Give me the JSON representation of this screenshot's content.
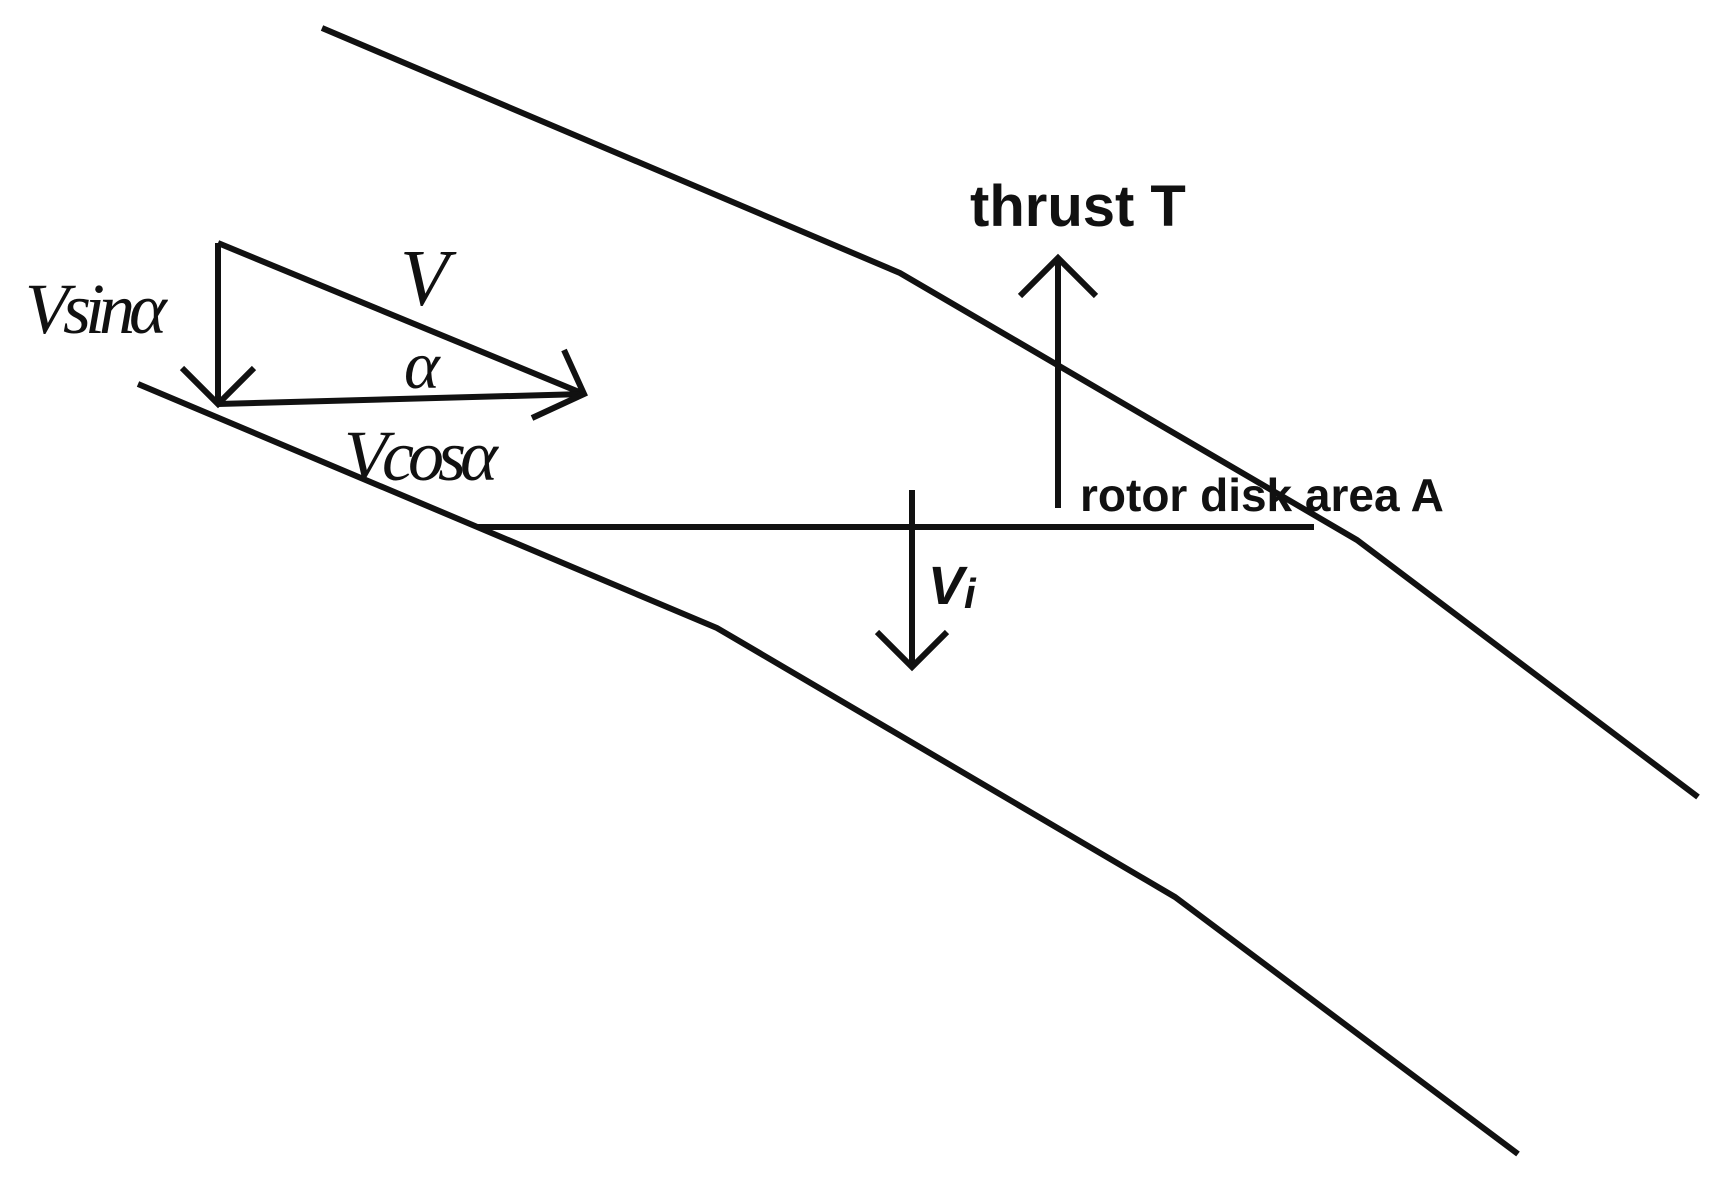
{
  "labels": {
    "thrust": "thrust T",
    "rotor_disk": "rotor disk area A",
    "induced_velocity_base": "V",
    "induced_velocity_subscript": "i",
    "velocity": "V",
    "alpha": "α",
    "v_sin": "Vsinα",
    "v_cos": "Vcosα"
  },
  "colors": {
    "ink": "#111111",
    "background": "#ffffff"
  }
}
